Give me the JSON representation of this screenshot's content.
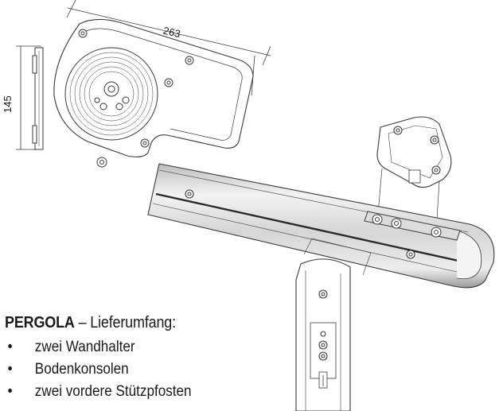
{
  "dimensions": {
    "width_label": "263",
    "height_label": "145"
  },
  "info": {
    "product": "PERGOLA",
    "separator": " – ",
    "scope_label": "Lieferumfang:",
    "bullet": "•",
    "items": [
      "zwei Wandhalter",
      "Bodenkonsolen",
      "zwei vordere Stützpfosten"
    ]
  },
  "colors": {
    "line": "#3a3a3a",
    "profile_light": "#e9e9e9",
    "profile_mid": "#c8c8c8",
    "profile_dark": "#8c8c8c"
  }
}
